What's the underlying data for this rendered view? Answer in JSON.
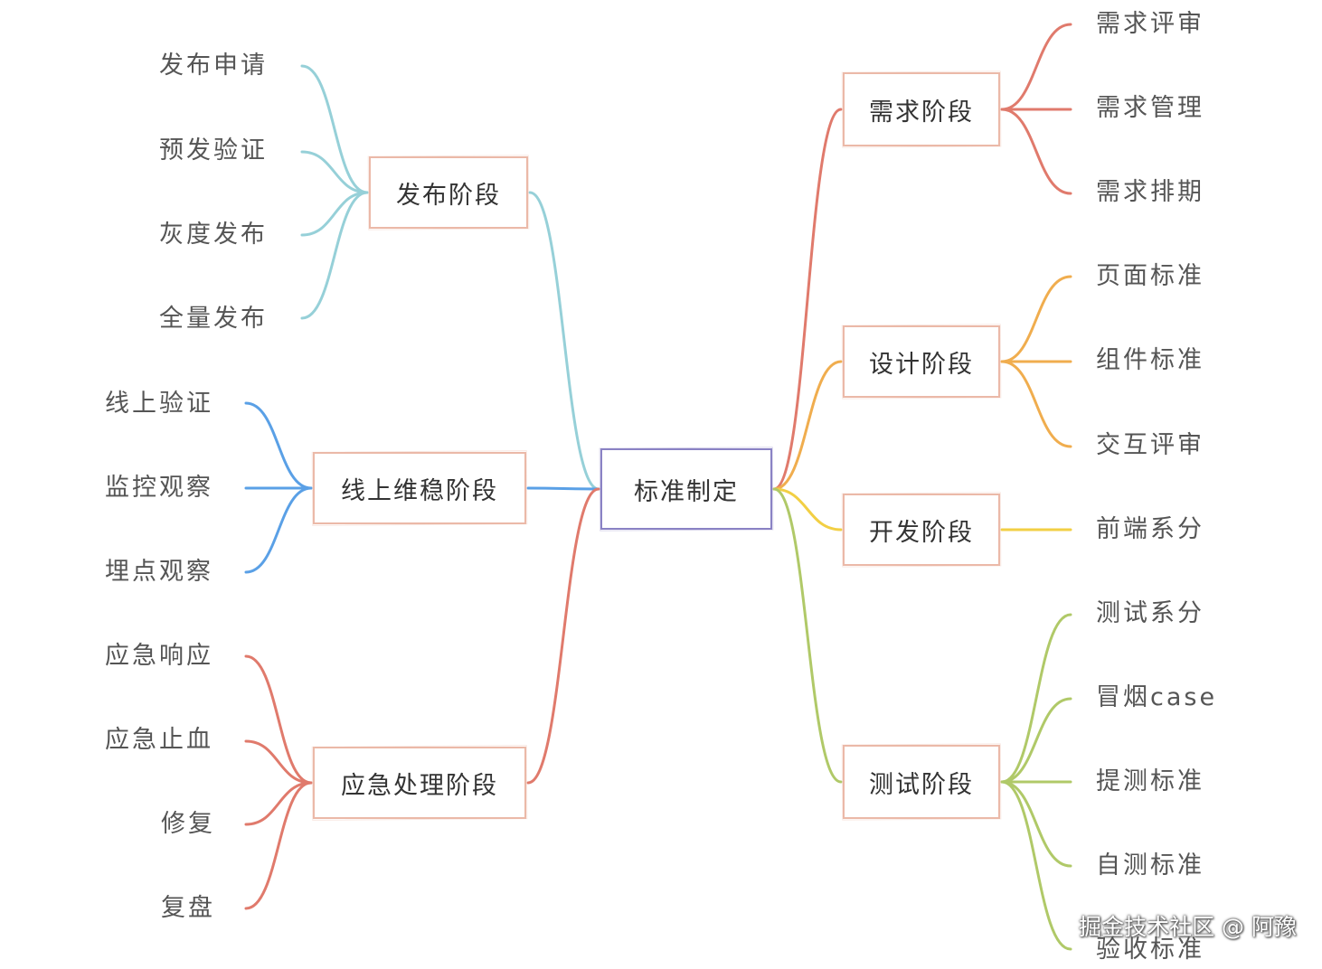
{
  "colors": {
    "root": "#8a82c4",
    "publish": "#96d0d8",
    "online": "#5aa0e6",
    "emergency": "#e07a6c",
    "requirement": "#e07a6c",
    "design": "#f0ad4e",
    "dev": "#f2cf44",
    "test": "#b0c968",
    "node_border": "#ebb9a8"
  },
  "root": {
    "label": "标准制定"
  },
  "left_branches": [
    {
      "label": "发布阶段",
      "color_key": "publish",
      "children": [
        "发布申请",
        "预发验证",
        "灰度发布",
        "全量发布"
      ]
    },
    {
      "label": "线上维稳阶段",
      "color_key": "online",
      "children": [
        "线上验证",
        "监控观察",
        "埋点观察"
      ]
    },
    {
      "label": "应急处理阶段",
      "color_key": "emergency",
      "children": [
        "应急响应",
        "应急止血",
        "修复",
        "复盘"
      ]
    }
  ],
  "right_branches": [
    {
      "label": "需求阶段",
      "color_key": "requirement",
      "children": [
        "需求评审",
        "需求管理",
        "需求排期"
      ]
    },
    {
      "label": "设计阶段",
      "color_key": "design",
      "children": [
        "页面标准",
        "组件标准",
        "交互评审"
      ]
    },
    {
      "label": "开发阶段",
      "color_key": "dev",
      "children": [
        "前端系分"
      ]
    },
    {
      "label": "测试阶段",
      "color_key": "test",
      "children": [
        "测试系分",
        "冒烟case",
        "提测标准",
        "自测标准",
        "验收标准"
      ]
    }
  ],
  "watermark": "掘金技术社区 @ 阿豫"
}
